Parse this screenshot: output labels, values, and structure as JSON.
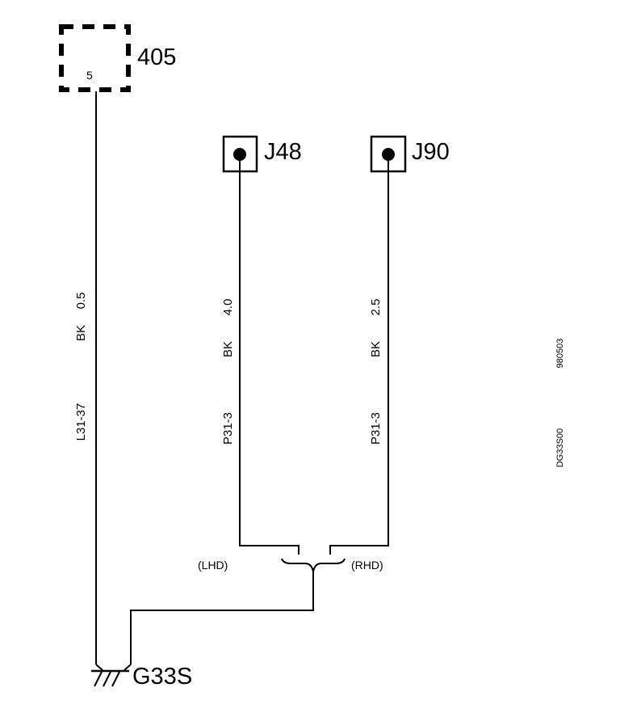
{
  "components": {
    "c405": {
      "label": "405",
      "pin": "5"
    },
    "j48": {
      "label": "J48"
    },
    "j90": {
      "label": "J90"
    },
    "ground": {
      "label": "G33S"
    }
  },
  "wires": {
    "left": {
      "size": "0.5",
      "color": "BK",
      "circuit": "L31-37"
    },
    "j48": {
      "size": "4.0",
      "color": "BK",
      "circuit": "P31-3"
    },
    "j90": {
      "size": "2.5",
      "color": "BK",
      "circuit": "P31-3"
    }
  },
  "options": {
    "lhd": "(LHD)",
    "rhd": "(RHD)"
  },
  "codes": {
    "date": "980503",
    "drawing": "DG33S00"
  }
}
